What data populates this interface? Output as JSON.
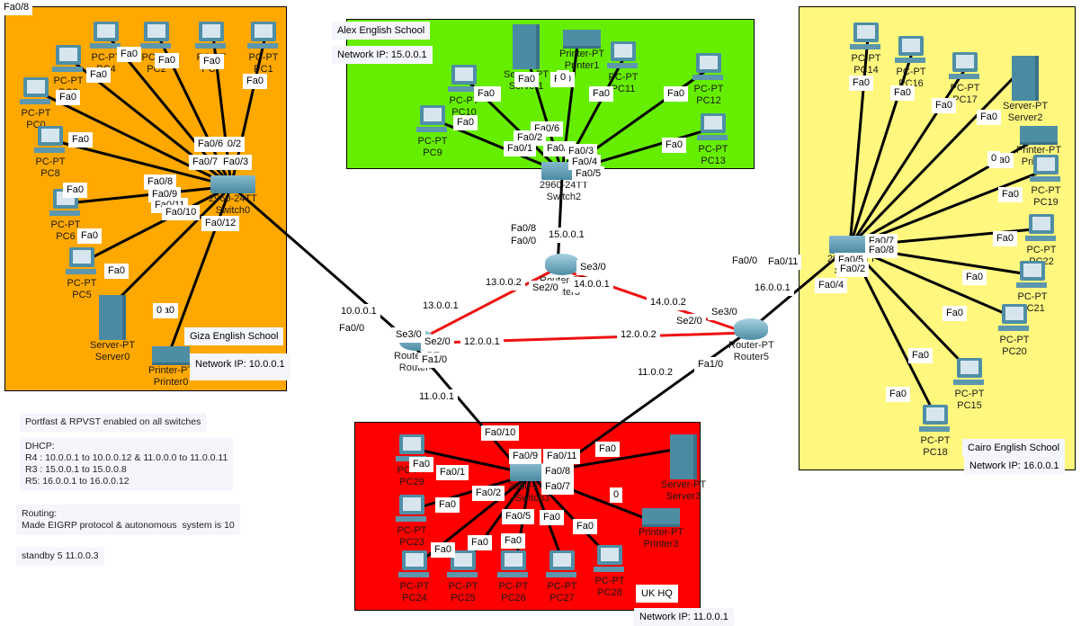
{
  "zones": {
    "giza": {
      "title": "Giza English School",
      "network": "Network IP: 10.0.0.1",
      "color": "#ffa800"
    },
    "alex": {
      "title": "Alex English School",
      "network": "Network IP: 15.0.0.1",
      "color": "#66ee00"
    },
    "cairo": {
      "title": "Cairo English School",
      "network": "Network IP: 16.0.0.1",
      "color": "#fff77e"
    },
    "uk": {
      "title": "UK HQ",
      "network": "Network IP: 11.0.0.1",
      "color": "#ff0000"
    }
  },
  "devices": {
    "giza": [
      {
        "type": "PC-PT",
        "name": "PC3"
      },
      {
        "type": "PC-PT",
        "name": "PC4"
      },
      {
        "type": "PC-PT",
        "name": "PC2"
      },
      {
        "type": "PC-PT",
        "name": "PC7"
      },
      {
        "type": "PC-PT",
        "name": "PC1"
      },
      {
        "type": "PC-PT",
        "name": "PC0"
      },
      {
        "type": "PC-PT",
        "name": "PC8"
      },
      {
        "type": "PC-PT",
        "name": "PC6"
      },
      {
        "type": "PC-PT",
        "name": "PC5"
      },
      {
        "type": "Server-PT",
        "name": "Server0"
      },
      {
        "type": "Printer-PT",
        "name": "Printer0"
      },
      {
        "type": "2960-24TT",
        "name": "Switch0"
      }
    ],
    "alex": [
      {
        "type": "PC-PT",
        "name": "PC9"
      },
      {
        "type": "PC-PT",
        "name": "PC10"
      },
      {
        "type": "Server-PT",
        "name": "Server1"
      },
      {
        "type": "Printer-PT",
        "name": "Printer1"
      },
      {
        "type": "PC-PT",
        "name": "PC11"
      },
      {
        "type": "PC-PT",
        "name": "PC12"
      },
      {
        "type": "PC-PT",
        "name": "PC13"
      },
      {
        "type": "2960-24TT",
        "name": "Switch2"
      }
    ],
    "cairo": [
      {
        "type": "PC-PT",
        "name": "PC14"
      },
      {
        "type": "PC-PT",
        "name": "PC16"
      },
      {
        "type": "PC-PT",
        "name": "PC17"
      },
      {
        "type": "Server-PT",
        "name": "Server2"
      },
      {
        "type": "Printer-PT",
        "name": "Printer2"
      },
      {
        "type": "PC-PT",
        "name": "PC19"
      },
      {
        "type": "PC-PT",
        "name": "PC22"
      },
      {
        "type": "PC-PT",
        "name": "PC21"
      },
      {
        "type": "PC-PT",
        "name": "PC20"
      },
      {
        "type": "PC-PT",
        "name": "PC15"
      },
      {
        "type": "PC-PT",
        "name": "PC18"
      },
      {
        "type": "2960-24TT",
        "name": "Switch1"
      }
    ],
    "uk": [
      {
        "type": "PC-PT",
        "name": "PC29"
      },
      {
        "type": "PC-PT",
        "name": "PC23"
      },
      {
        "type": "PC-PT",
        "name": "PC24"
      },
      {
        "type": "PC-PT",
        "name": "PC25"
      },
      {
        "type": "PC-PT",
        "name": "PC26"
      },
      {
        "type": "PC-PT",
        "name": "PC27"
      },
      {
        "type": "PC-PT",
        "name": "PC28"
      },
      {
        "type": "Server-PT",
        "name": "Server3"
      },
      {
        "type": "Printer-PT",
        "name": "Printer3"
      },
      {
        "type": "2960-24TT",
        "name": "Switch3"
      }
    ],
    "routers": [
      {
        "type": "Router-PT",
        "name": "Router3"
      },
      {
        "type": "Router-PT",
        "name": "Router4"
      },
      {
        "type": "Router-PT",
        "name": "Router5"
      }
    ]
  },
  "port_labels": {
    "generic_host": "Fa0",
    "printer": "0",
    "giza_switch": [
      "Fa0/2",
      "Fa0/6",
      "Fa0/7",
      "Fa0/3",
      "Fa0/8",
      "Fa0/9",
      "Fa0/11",
      "Fa0/10",
      "Fa0/12"
    ],
    "alex_switch": [
      "Fa0/6",
      "Fa0/2",
      "Fa0/1",
      "Fa0/7",
      "Fa0/3",
      "Fa0/4",
      "Fa0/5",
      "Fa0/8"
    ],
    "cairo_switch": [
      "Fa0/7",
      "Fa0/8",
      "Fa0/5",
      "Fa0/2",
      "Fa0/4",
      "Fa0/11"
    ],
    "uk_switch": [
      "Fa0/10",
      "Fa0/9",
      "Fa0/11",
      "Fa0/1",
      "Fa0/8",
      "Fa0/7",
      "Fa0/2",
      "Fa0/5"
    ],
    "router3": [
      "Fa0/0",
      "Se3/0",
      "Se2/0"
    ],
    "router4": [
      "Fa0/0",
      "Se3/0",
      "Se2/0",
      "Fa1/0"
    ],
    "router5": [
      "Fa0/0",
      "Se3/0",
      "Se2/0",
      "Fa1/0"
    ]
  },
  "link_ips": {
    "r4_giza": "10.0.0.1",
    "r3_alex": "15.0.0.1",
    "r3_r4_a": "13.0.0.1",
    "r3_r4_b": "13.0.0.2",
    "r3_r5_a": "14.0.0.1",
    "r3_r5_b": "14.0.0.2",
    "r4_r5_a": "12.0.0.1",
    "r4_r5_b": "12.0.0.2",
    "r4_uk": "11.0.0.1",
    "r5_uk": "11.0.0.2",
    "r5_cairo": "16.0.0.1"
  },
  "notes": {
    "portfast": "Portfast & RPVST enabled on all switches",
    "dhcp": "DHCP:\nR4 : 10.0.0.1 to 10.0.0.12 & 11.0.0.0 to 11.0.0.11\nR3 : 15.0.0.1 to 15.0.0.8\nR5: 16.0.0.1 to 16.0.0.12",
    "routing": "Routing:\nMade EIGRP protocol & autonomous  system is 10",
    "standby": "standby 5 11.0.0.3"
  }
}
